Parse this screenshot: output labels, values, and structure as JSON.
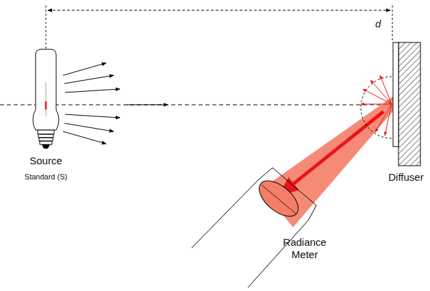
{
  "diagram": {
    "labels": [
      "d",
      "Source",
      "Standard (S)",
      "Diffuser",
      "Radiance Meter"
    ]
  }
}
